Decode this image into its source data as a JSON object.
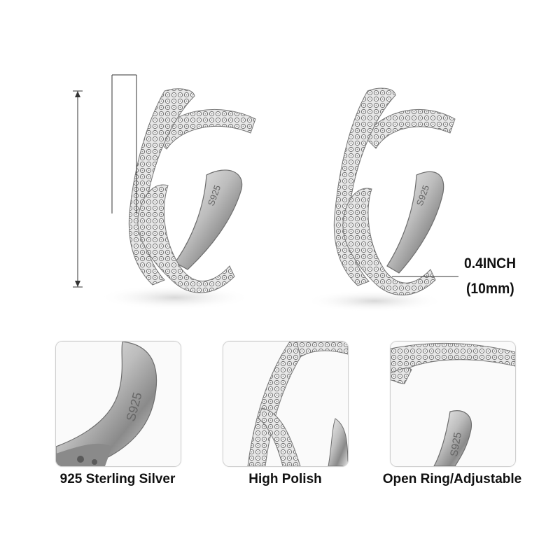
{
  "size_label": {
    "line1": "0.4INCH",
    "line2": "(10mm)"
  },
  "stamp_text": "S925",
  "features": [
    {
      "caption": "925 Sterling Silver",
      "icon": "silver-stamp-closeup"
    },
    {
      "caption": "High Polish",
      "icon": "crossed-bands-closeup"
    },
    {
      "caption": "Open Ring/Adjustable",
      "icon": "open-cuff-closeup"
    }
  ],
  "colors": {
    "silver": "#c9c9c9",
    "silver_dark": "#7d7d7d",
    "highlight": "#ffffff",
    "text": "#111111",
    "dimension_line": "#333333"
  }
}
